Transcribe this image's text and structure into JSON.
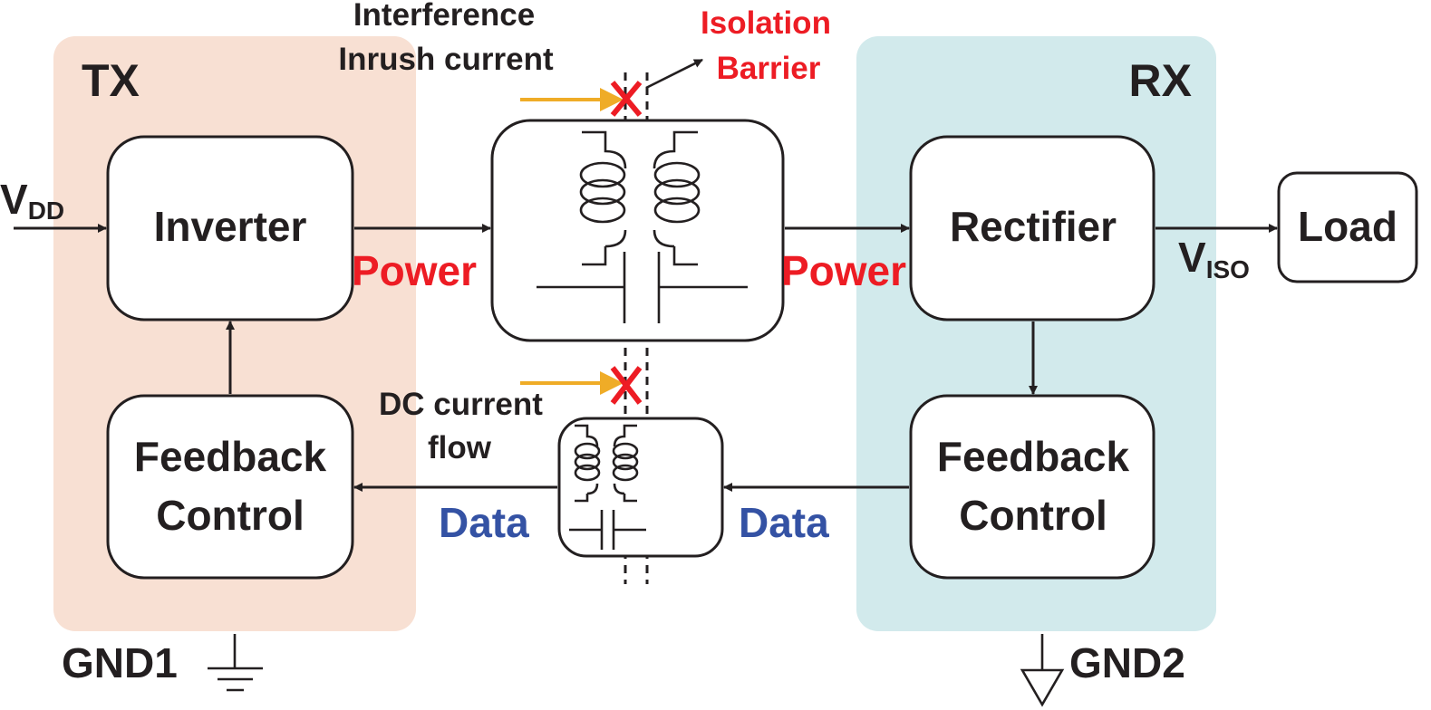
{
  "colors": {
    "tx_region": "#f8e0d3",
    "rx_region": "#d2eaec",
    "power_label": "#ed1c24",
    "data_label": "#3452a4",
    "barrier_label": "#ed1c24",
    "cross_mark": "#ed1c24",
    "interference_arrow": "#efac27",
    "ink": "#231f20"
  },
  "regions": {
    "tx": {
      "label": "TX"
    },
    "rx": {
      "label": "RX"
    }
  },
  "blocks": {
    "inverter": {
      "label": "Inverter"
    },
    "tx_feedback": {
      "line1": "Feedback",
      "line2": "Control"
    },
    "rectifier": {
      "label": "Rectifier"
    },
    "rx_feedback": {
      "line1": "Feedback",
      "line2": "Control"
    },
    "load": {
      "label": "Load"
    }
  },
  "signals": {
    "vdd": {
      "main": "V",
      "sub": "DD"
    },
    "viso": {
      "main": "V",
      "sub": "ISO"
    },
    "power_left": "Power",
    "power_right": "Power",
    "data_left": "Data",
    "data_right": "Data"
  },
  "annotations": {
    "interference_line1": "Interference",
    "interference_line2": "Inrush current",
    "barrier_line1": "Isolation",
    "barrier_line2": "Barrier",
    "dc_line1": "DC current",
    "dc_line2": "flow"
  },
  "grounds": {
    "gnd1": "GND1",
    "gnd2": "GND2"
  }
}
